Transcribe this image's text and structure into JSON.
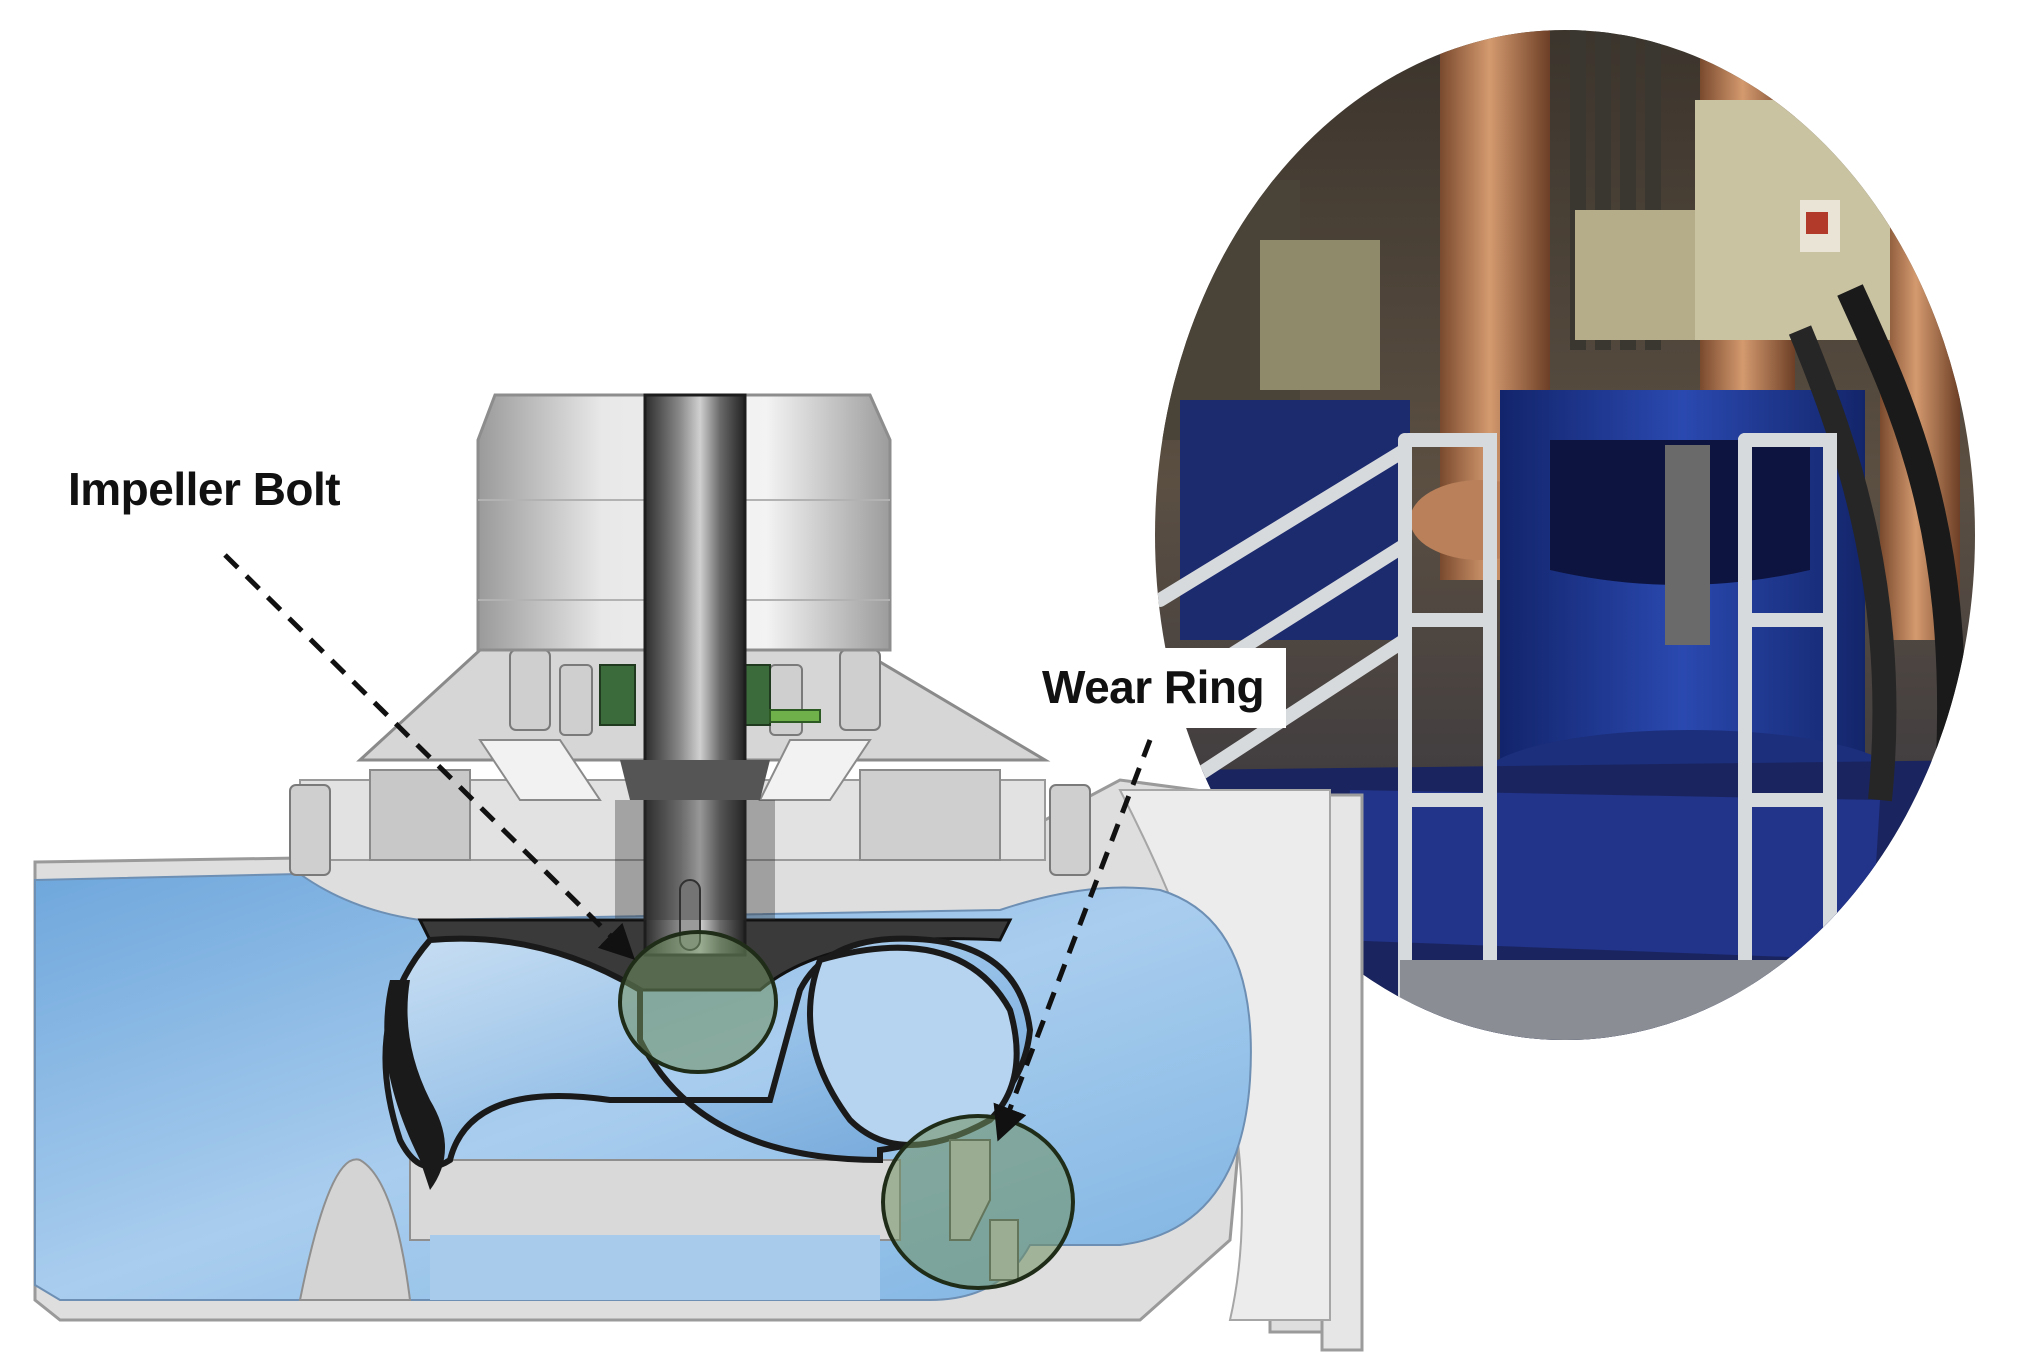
{
  "callouts": {
    "impeller_bolt": "Impeller Bolt",
    "wear_ring": "Wear Ring"
  },
  "colors": {
    "water": "#8ebde6",
    "water_light": "#b9d6f0",
    "casing": "#dedede",
    "casing_edge": "#8a8a8a",
    "shaft": "#4a4a4a",
    "highlight": "#6f8f5f",
    "arrow": "#111111",
    "motor_blue": "#1f3a8a",
    "pipe_copper": "#b77a52"
  },
  "icons": {
    "pump_cross_section": "pump-cross-section-illustration",
    "pump_room_photo": "pump-room-photo"
  }
}
